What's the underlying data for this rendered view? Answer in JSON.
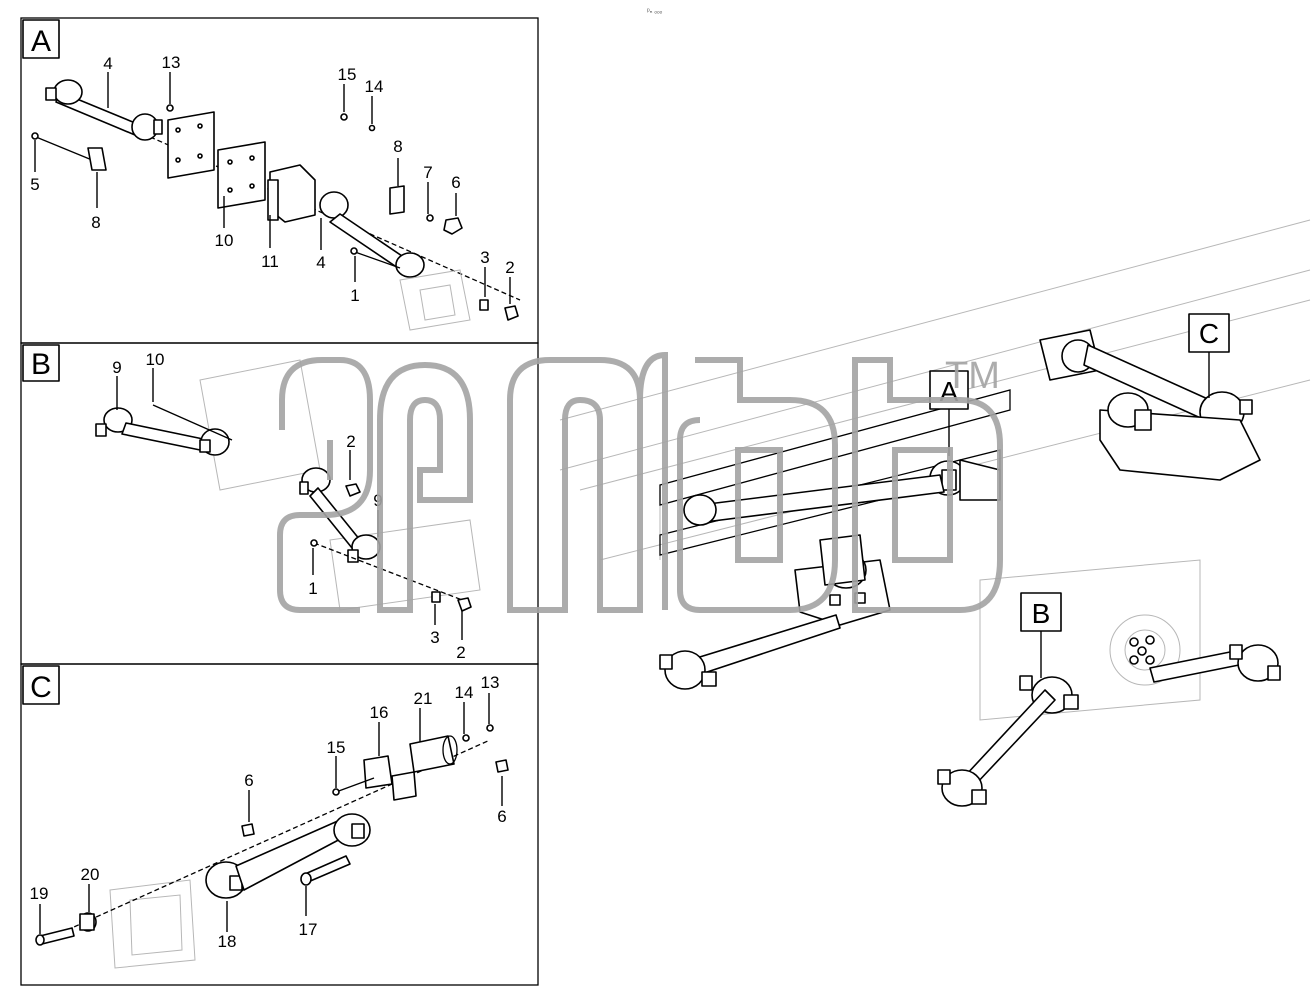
{
  "header_code": "ᵖₙ ₒₒₒ",
  "watermark_mark": "TM",
  "panels": [
    {
      "letter": "A",
      "labels": [
        "4",
        "13",
        "15",
        "14",
        "5",
        "8",
        "8",
        "7",
        "6",
        "10",
        "11",
        "4",
        "3",
        "2",
        "1"
      ]
    },
    {
      "letter": "B",
      "labels": [
        "9",
        "10",
        "2",
        "9",
        "1",
        "3",
        "2"
      ]
    },
    {
      "letter": "C",
      "labels": [
        "16",
        "21",
        "14",
        "13",
        "15",
        "6",
        "6",
        "20",
        "19",
        "18",
        "17"
      ]
    }
  ],
  "overview_callouts": [
    "A",
    "B",
    "C"
  ]
}
